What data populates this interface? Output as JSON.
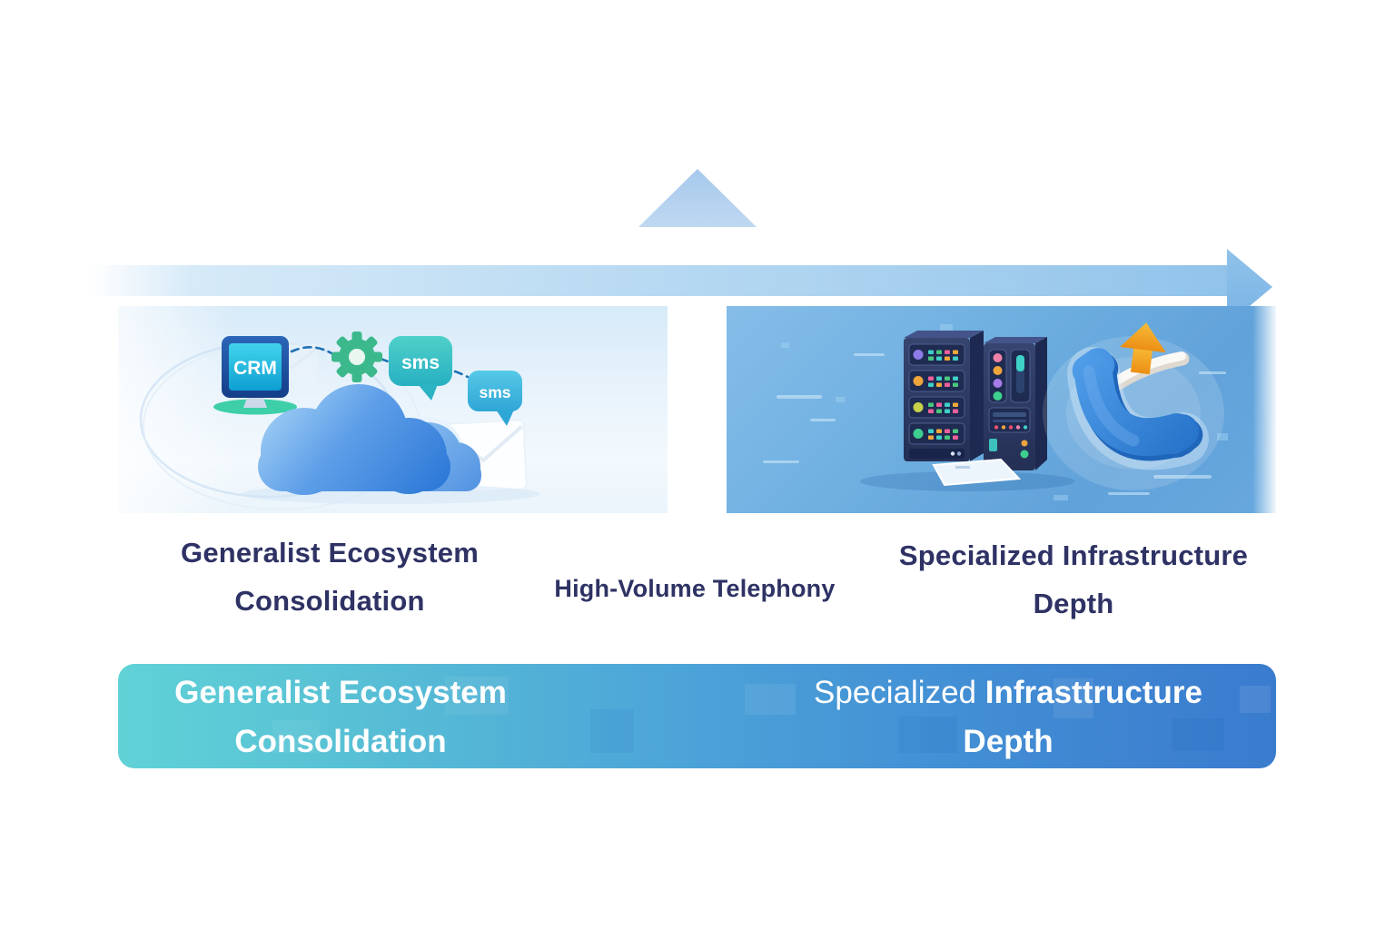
{
  "panels": {
    "left": {
      "caption_line1": "Generalist Ecosystem",
      "caption_line2": "Consolidation",
      "crm_label": "CRM",
      "sms_label_1": "sms",
      "sms_label_2": "sms"
    },
    "center": {
      "caption": "High-Volume Telephony"
    },
    "right": {
      "caption_line1": "Specialized Infrastructure",
      "caption_line2": "Depth"
    }
  },
  "banner": {
    "left_line1": "Generalist Ecosystem",
    "left_line2": "Consolidation",
    "right_word_regular": "Specialized",
    "right_word_bold": "Infrasttructure",
    "right_line2": "Depth"
  },
  "icons": [
    "right-arrow-axis-icon",
    "up-arrow-axis-icon",
    "crm-monitor-icon",
    "gear-icon",
    "sms-bubble-icon",
    "cloud-icon",
    "envelope-icon",
    "server-rack-icon",
    "phone-handset-icon",
    "orange-up-arrow-icon",
    "document-icon"
  ],
  "colors": {
    "caption_text": "#2e3264",
    "banner_text": "#ffffff",
    "banner_gradient_start": "#60d2d6",
    "banner_gradient_end": "#3a7bce",
    "axis_blue": "#8fc2ea",
    "left_panel_bg": "#e6f2fb",
    "right_panel_bg": "#6fb0e1",
    "teal_bubble": "#3fc4c4",
    "gear_green": "#3cb98c",
    "cloud_blue": "#3f8ce2",
    "accent_orange": "#f0a43c",
    "server_navy": "#2b3a64",
    "phone_blue": "#2e7fd4",
    "crm_screen_cyan": "#1fb4dd",
    "monitor_base_teal": "#3ecfa9"
  }
}
